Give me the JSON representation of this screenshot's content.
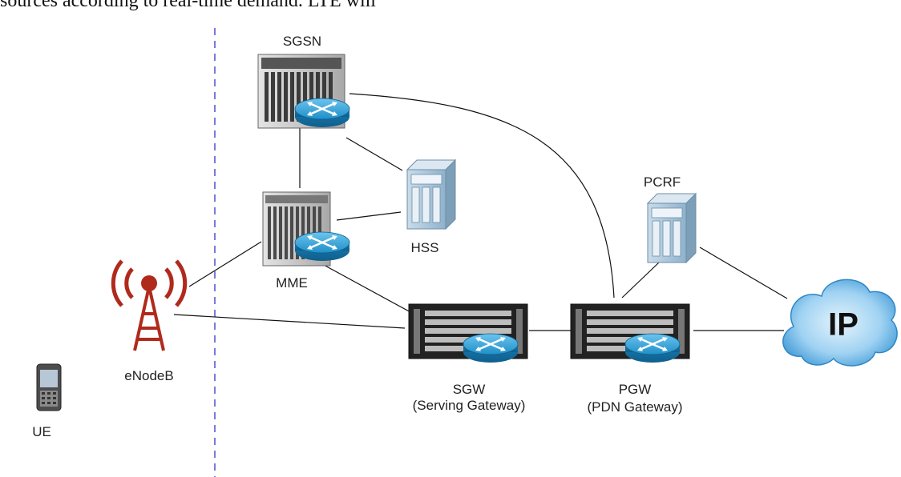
{
  "top_text": "sources according to real-time demand. LTE will",
  "nodes": {
    "sgsn": {
      "label": "SGSN"
    },
    "mme": {
      "label": "MME"
    },
    "hss": {
      "label": "HSS"
    },
    "pcrf": {
      "label": "PCRF"
    },
    "enodeb": {
      "label": "eNodeB"
    },
    "ue": {
      "label": "UE"
    },
    "sgw": {
      "label": "SGW",
      "sublabel": "(Serving Gateway)"
    },
    "pgw": {
      "label": "PGW",
      "sublabel": "(PDN Gateway)"
    },
    "ip": {
      "label": "IP"
    }
  },
  "colors": {
    "router": "#1f8fc8",
    "antenna": "#b02a1c",
    "cloud": "#4aa6e0",
    "divider": "#7a7ae0"
  }
}
